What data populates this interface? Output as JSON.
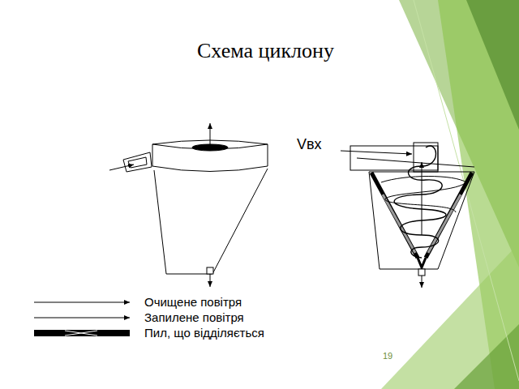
{
  "diagram": {
    "title": "Схема циклону",
    "labels": [
      "Vвх",
      "19"
    ],
    "legend": [
      {
        "text": "Очищене повітря"
      },
      {
        "text": "Запилене повітря"
      },
      {
        "text": "Пил, що відділяється"
      }
    ]
  }
}
